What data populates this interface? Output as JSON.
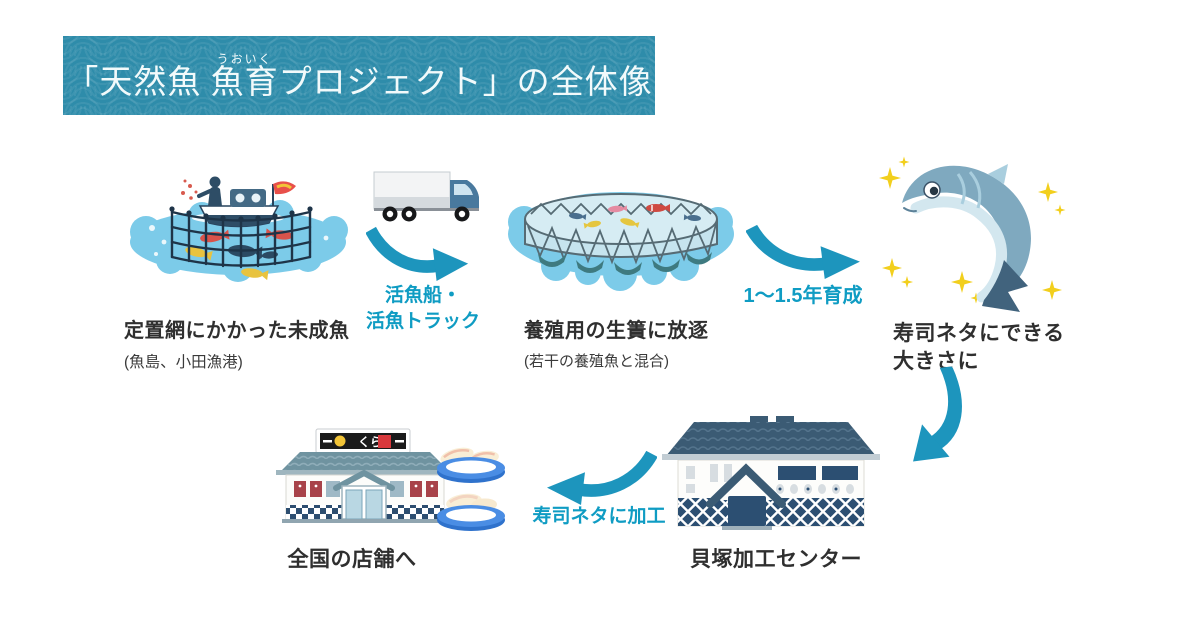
{
  "banner": {
    "title_prefix": "「天然魚 ",
    "ruby_base": "魚育",
    "ruby_text": "うおいく",
    "title_suffix": "プロジェクト」の全体像",
    "bg_color": "#2e8caa"
  },
  "colors": {
    "arrow_teal": "#1d95bd",
    "label_teal": "#0f9cc3",
    "text_dark": "#2f2f2f",
    "water_blue": "#7ccbe9"
  },
  "flow": {
    "step1": {
      "title": "定置網にかかった未成魚",
      "note": "(魚島、小田漁港)"
    },
    "transfer1": {
      "line1": "活魚船・",
      "line2": "活魚トラック"
    },
    "step2": {
      "title": "養殖用の生簀に放逐",
      "note": "(若干の養殖魚と混合)"
    },
    "transfer2": {
      "label": "1〜1.5年育成"
    },
    "step3": {
      "line1": "寿司ネタにできる",
      "line2": "大きさに"
    },
    "step4": {
      "title": "貝塚加工センター"
    },
    "transfer3": {
      "label": "寿司ネタに加工"
    },
    "step5": {
      "title": "全国の店舗へ"
    }
  },
  "store": {
    "sign_text": "くら"
  },
  "icons": {
    "step1_illustration": "fixed-net-fishing-boat-illustration",
    "transfer1_illustration": "live-fish-truck-illustration",
    "step2_illustration": "aquaculture-pen-illustration",
    "step3_illustration": "sparkling-grown-fish-illustration",
    "step4_illustration": "processing-center-building-illustration",
    "step5_illustration": "sushi-restaurant-and-plates-illustration",
    "arrow": "curved-flow-arrow"
  }
}
